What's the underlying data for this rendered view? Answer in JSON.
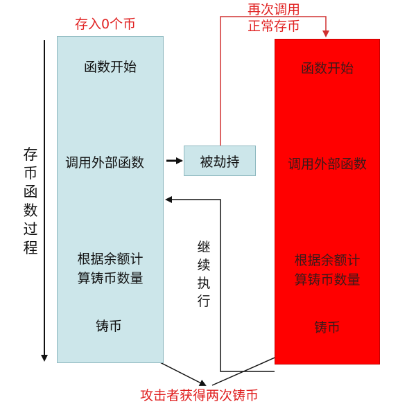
{
  "top_label": "存入0个币",
  "reentry_label": {
    "line1": "再次调用",
    "line2": "正常存币"
  },
  "side_label": "存币函数过程",
  "continue_label": "继续执行",
  "left_box": {
    "step1": "函数开始",
    "step2": "调用外部函数",
    "step3_line1": "根据余额计",
    "step3_line2": "算铸币数量",
    "step4": "铸币"
  },
  "hijack_box": "被劫持",
  "right_box": {
    "step1": "函数开始",
    "step2": "调用外部函数",
    "step3_line1": "根据余额计",
    "step3_line2": "算铸币数量",
    "step4": "铸币"
  },
  "bottom_label": "攻击者获得两次铸币",
  "colors": {
    "left_box": "#cce6ea",
    "right_box": "#ff0000",
    "label_red": "#e02020"
  }
}
